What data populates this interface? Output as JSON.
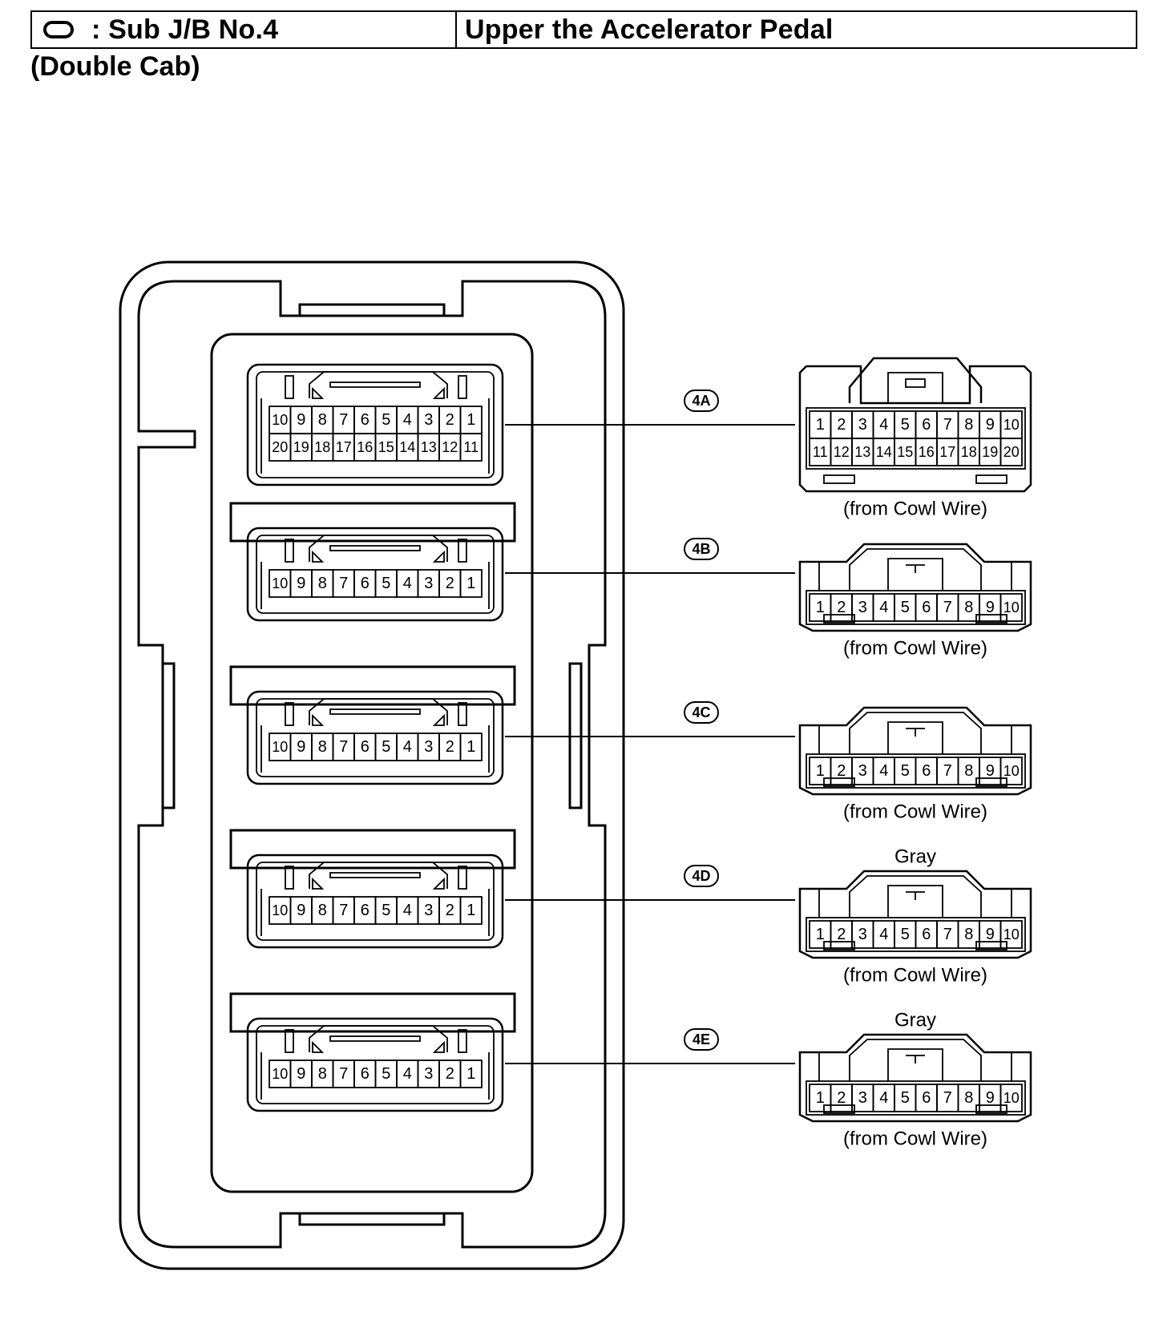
{
  "header": {
    "symbol_icon": "oval-icon",
    "jb_label": ": Sub J/B No.4",
    "location": "Upper the Accelerator Pedal"
  },
  "subtitle": "(Double Cab)",
  "connectors": [
    {
      "id": "4A",
      "source": "(from Cowl Wire)",
      "color_note": "",
      "rows": [
        [
          "10",
          "9",
          "8",
          "7",
          "6",
          "5",
          "4",
          "3",
          "2",
          "1"
        ],
        [
          "20",
          "19",
          "18",
          "17",
          "16",
          "15",
          "14",
          "13",
          "12",
          "11"
        ]
      ],
      "mating_rows": [
        [
          "1",
          "2",
          "3",
          "4",
          "5",
          "6",
          "7",
          "8",
          "9",
          "10"
        ],
        [
          "11",
          "12",
          "13",
          "14",
          "15",
          "16",
          "17",
          "18",
          "19",
          "20"
        ]
      ]
    },
    {
      "id": "4B",
      "source": "(from Cowl Wire)",
      "color_note": "",
      "rows": [
        [
          "10",
          "9",
          "8",
          "7",
          "6",
          "5",
          "4",
          "3",
          "2",
          "1"
        ]
      ],
      "mating_rows": [
        [
          "1",
          "2",
          "3",
          "4",
          "5",
          "6",
          "7",
          "8",
          "9",
          "10"
        ]
      ]
    },
    {
      "id": "4C",
      "source": "(from Cowl Wire)",
      "color_note": "",
      "rows": [
        [
          "10",
          "9",
          "8",
          "7",
          "6",
          "5",
          "4",
          "3",
          "2",
          "1"
        ]
      ],
      "mating_rows": [
        [
          "1",
          "2",
          "3",
          "4",
          "5",
          "6",
          "7",
          "8",
          "9",
          "10"
        ]
      ]
    },
    {
      "id": "4D",
      "source": "(from Cowl Wire)",
      "color_note": "Gray",
      "rows": [
        [
          "10",
          "9",
          "8",
          "7",
          "6",
          "5",
          "4",
          "3",
          "2",
          "1"
        ]
      ],
      "mating_rows": [
        [
          "1",
          "2",
          "3",
          "4",
          "5",
          "6",
          "7",
          "8",
          "9",
          "10"
        ]
      ]
    },
    {
      "id": "4E",
      "source": "(from Cowl Wire)",
      "color_note": "Gray",
      "rows": [
        [
          "10",
          "9",
          "8",
          "7",
          "6",
          "5",
          "4",
          "3",
          "2",
          "1"
        ]
      ],
      "mating_rows": [
        [
          "1",
          "2",
          "3",
          "4",
          "5",
          "6",
          "7",
          "8",
          "9",
          "10"
        ]
      ]
    }
  ]
}
